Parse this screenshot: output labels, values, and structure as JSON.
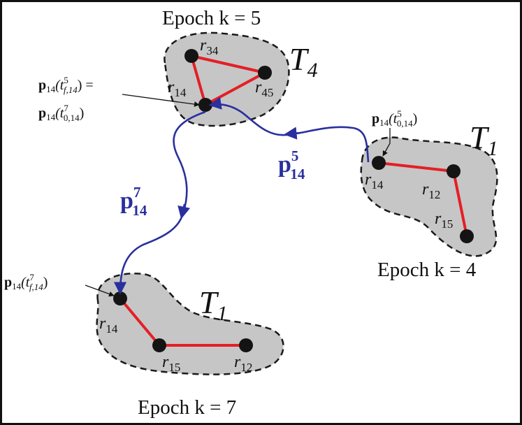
{
  "epochs": {
    "top": "Epoch k = 5",
    "right": "Epoch k = 4",
    "bottom": "Epoch k = 7"
  },
  "teams": {
    "top": {
      "letter": "T",
      "sub": "4"
    },
    "right": {
      "letter": "T",
      "sub": "1"
    },
    "bottom": {
      "letter": "T",
      "sub": "1"
    }
  },
  "robots": {
    "top": [
      {
        "name": "r",
        "sub": "34"
      },
      {
        "name": "r",
        "sub": "14"
      },
      {
        "name": "r",
        "sub": "45"
      }
    ],
    "right": [
      {
        "name": "r",
        "sub": "14"
      },
      {
        "name": "r",
        "sub": "12"
      },
      {
        "name": "r",
        "sub": "15"
      }
    ],
    "bottom": [
      {
        "name": "r",
        "sub": "14"
      },
      {
        "name": "r",
        "sub": "15"
      },
      {
        "name": "r",
        "sub": "12"
      }
    ]
  },
  "paths": {
    "p5": {
      "name": "p",
      "sub": "14",
      "sup": "5"
    },
    "p7": {
      "name": "p",
      "sub": "14",
      "sup": "7"
    }
  },
  "annotations": {
    "top_line1": {
      "p": "p",
      "sub": "14",
      "open": "(t",
      "sup": "5",
      "tsub": "f,14",
      "close": ") ="
    },
    "top_line2": {
      "p": "p",
      "sub": "14",
      "open": "(t",
      "sup": "7",
      "tsub": "0,14",
      "close": ")"
    },
    "right": {
      "p": "p",
      "sub": "14",
      "open": "(t",
      "sup": "5",
      "tsub": "0,14",
      "close": ")"
    },
    "bottom": {
      "p": "p",
      "sub": "14",
      "open": "(t",
      "sup": "7",
      "tsub": "f,14",
      "close": ")"
    }
  },
  "colors": {
    "edge": "#e41f26",
    "path": "#2a2f9e",
    "team_fill": "#c6c6c6"
  }
}
